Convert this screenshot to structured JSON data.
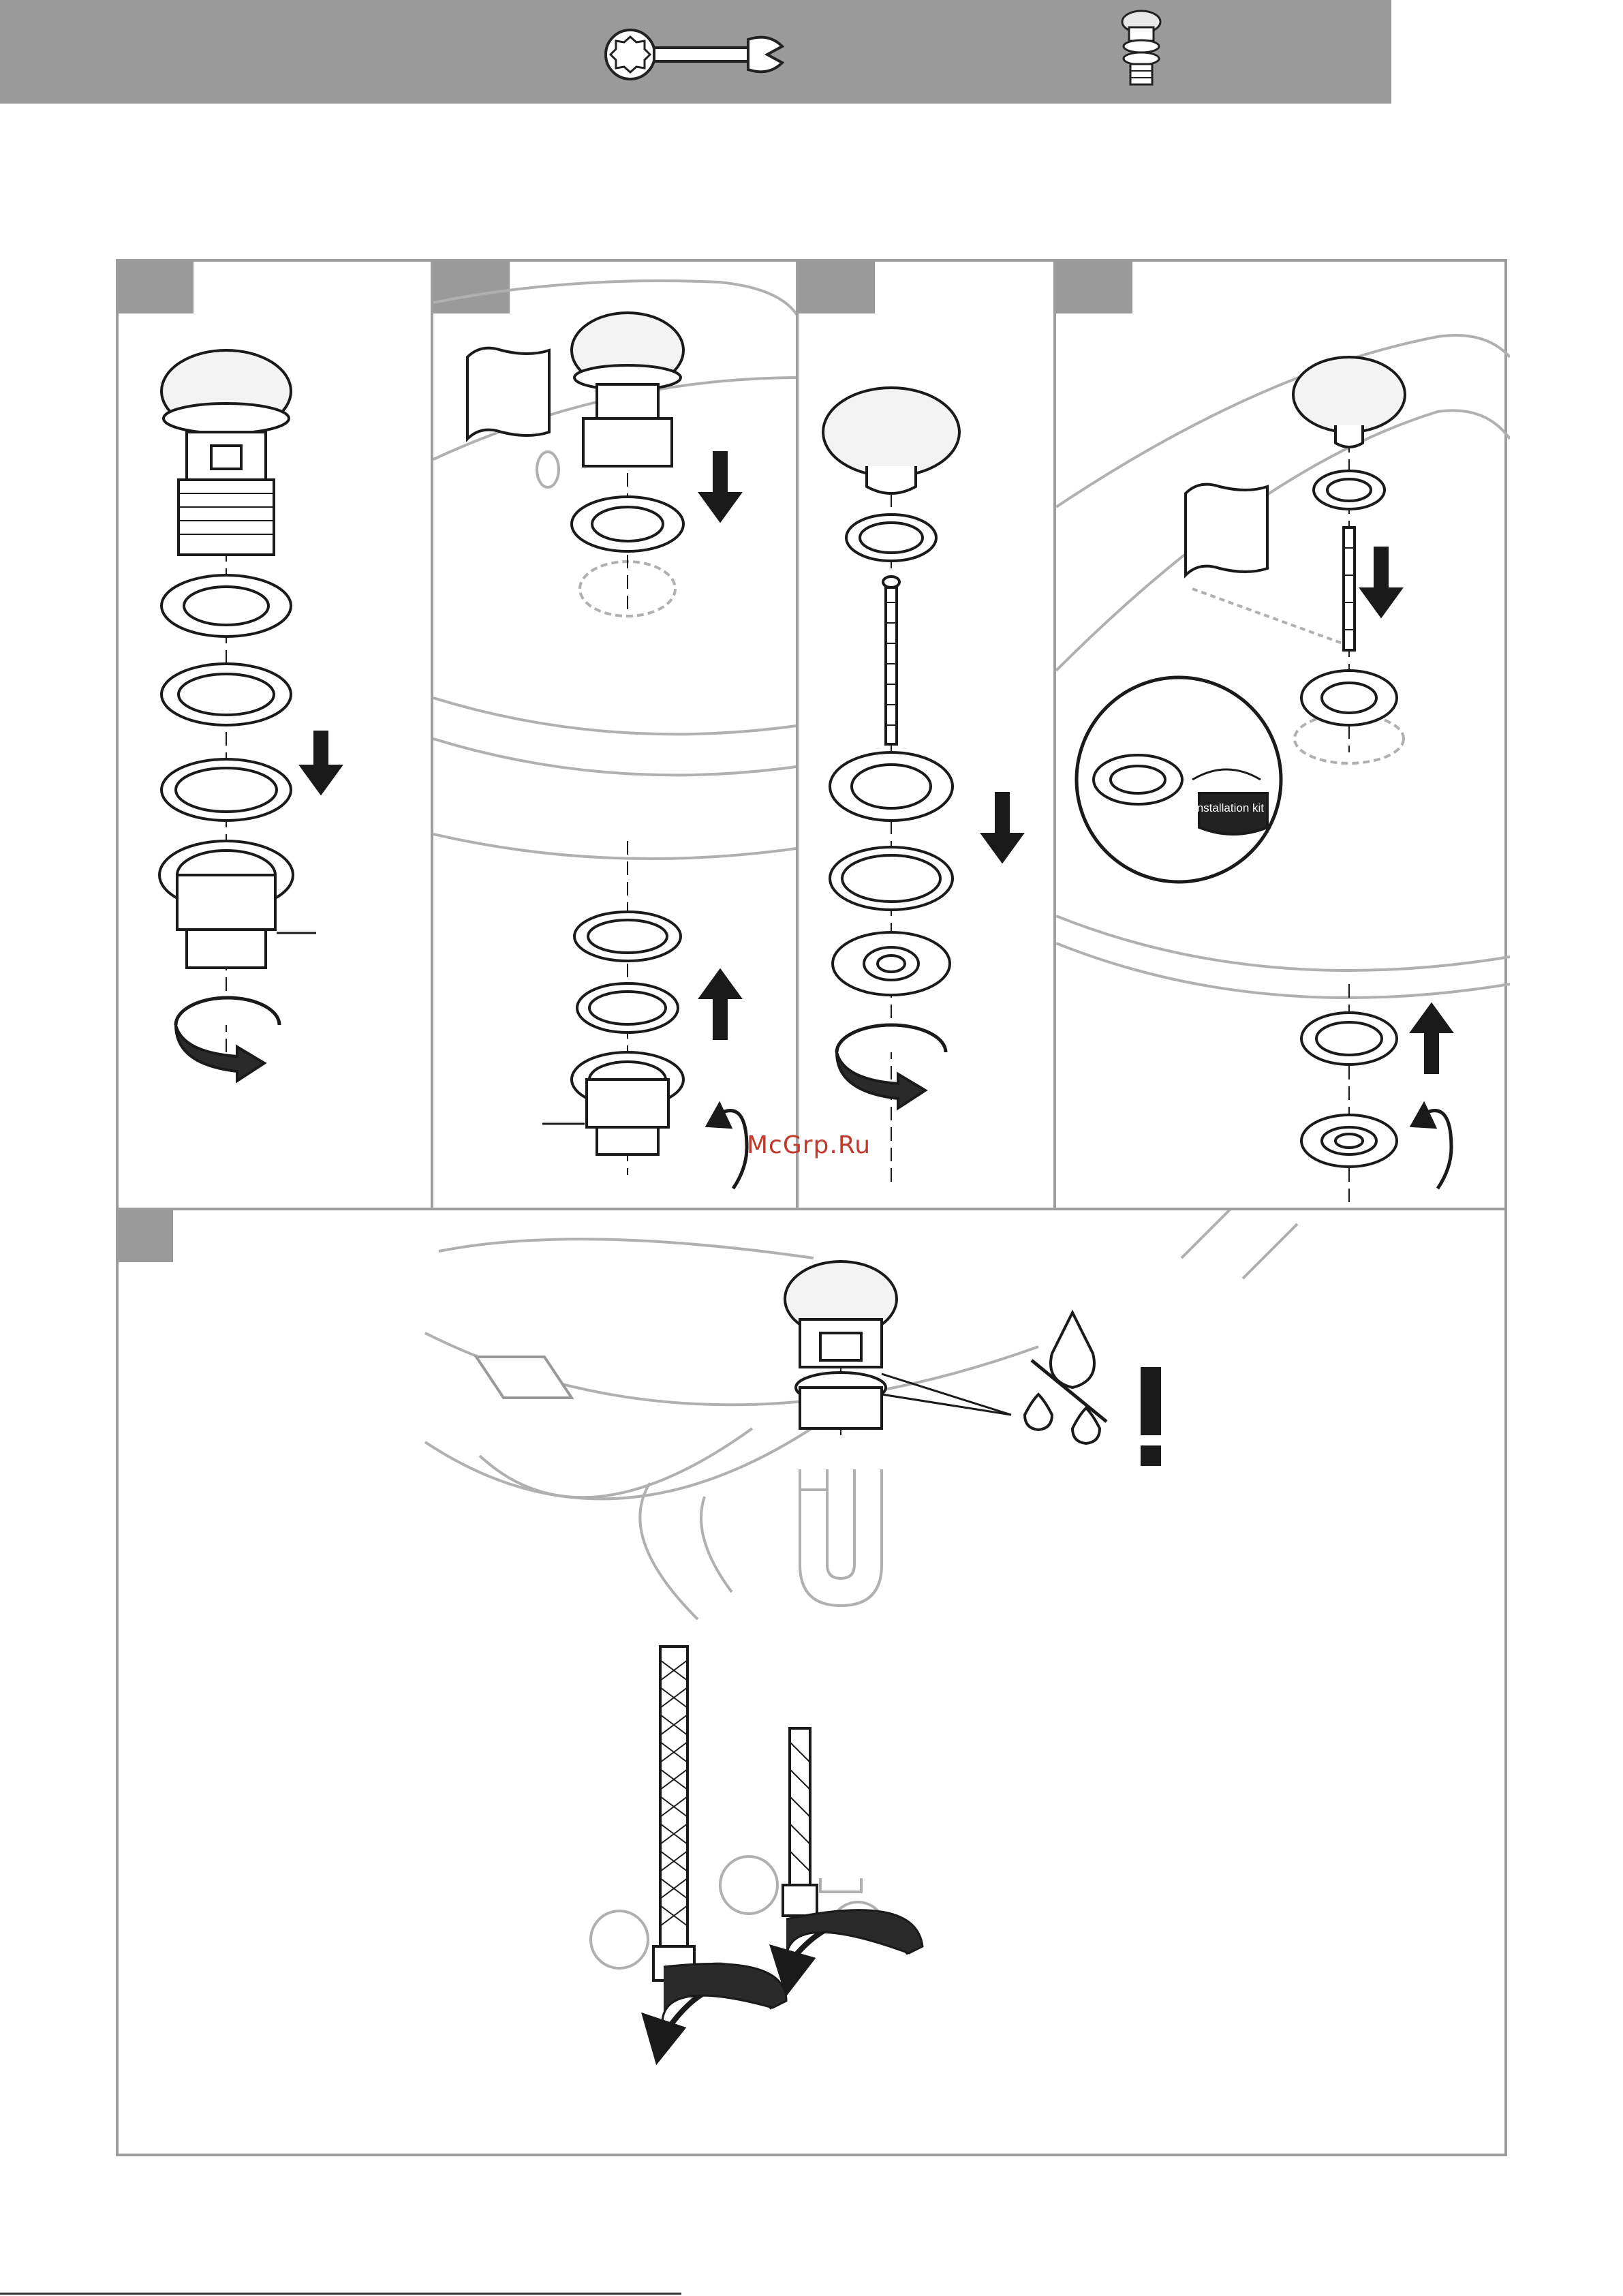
{
  "header": {
    "tool_icon": "combination-wrench-icon",
    "part_icon": "push-open-drain-valve-icon"
  },
  "steps": [
    {
      "id": "step-1",
      "content": "drain valve exploded view: cap, gaskets, flange nut, threaded body, rotate arrow"
    },
    {
      "id": "step-2",
      "content": "insert drain valve with gasket into basin from above"
    },
    {
      "id": "step-3",
      "content": "cap, gasket, screw, body, gaskets and nut, rotate arrow"
    },
    {
      "id": "step-4",
      "content": "assemble under basin, installation kit detail"
    },
    {
      "id": "step-5",
      "content": "siphon connection and angle valves, leak check"
    }
  ],
  "detail_callout": {
    "label": "Installation kit"
  },
  "watermark": "McGrp.Ru",
  "colors": {
    "header_gray": "#9a9a9a",
    "frame_gray": "#9e9e9e",
    "line_dark": "#1a1a1a",
    "basin_gray": "#b0b0b0",
    "watermark_red": "#c0392b"
  }
}
